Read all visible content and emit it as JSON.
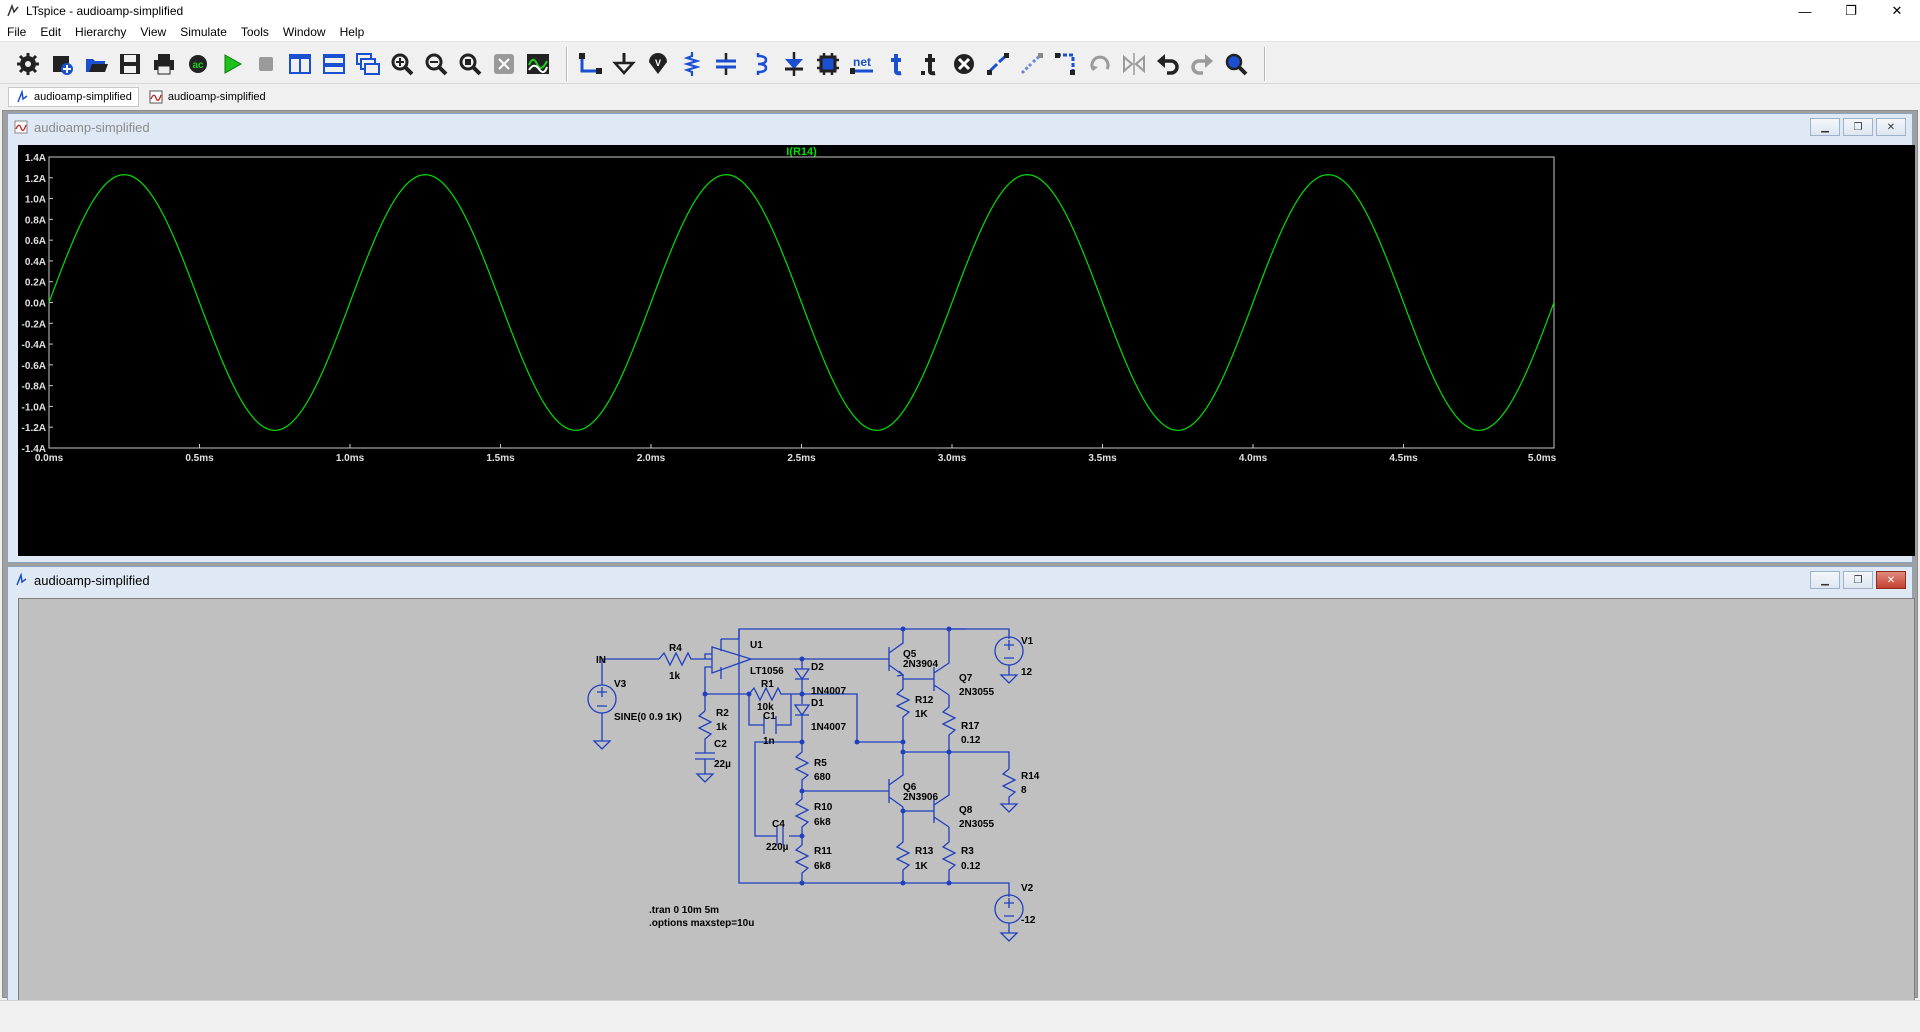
{
  "app": {
    "title": "LTspice - audioamp-simplified"
  },
  "window_controls": {
    "minimize": "—",
    "restore": "❐",
    "close": "✕"
  },
  "menu": [
    "File",
    "Edit",
    "Hierarchy",
    "View",
    "Simulate",
    "Tools",
    "Window",
    "Help"
  ],
  "toolbar": {
    "icons": [
      "settings-icon",
      "new-schematic-icon",
      "open-icon",
      "save-icon",
      "print-icon",
      "ac-analysis-icon",
      "run-icon",
      "halt-icon",
      "tile-vertical-icon",
      "tile-horizontal-icon",
      "cascade-icon",
      "zoom-in-icon",
      "zoom-out-icon",
      "zoom-fit-icon",
      "zoom-full-icon",
      "autorange-icon",
      "wire-icon",
      "ground-icon",
      "label-icon",
      "resistor-icon",
      "capacitor-icon",
      "inductor-icon",
      "diode-icon",
      "component-icon",
      "net-label-icon",
      "text-icon",
      "spice-directive-icon",
      "delete-icon",
      "duplicate-icon",
      "move-icon",
      "drag-icon",
      "rotate-icon",
      "mirror-icon",
      "undo-icon",
      "redo-icon",
      "find-icon"
    ],
    "net_label": "net"
  },
  "tabs": [
    {
      "label": "audioamp-simplified",
      "icon": "schematic-icon"
    },
    {
      "label": "audioamp-simplified",
      "icon": "waveform-icon"
    }
  ],
  "plot_window": {
    "title": "audioamp-simplified",
    "trace_color": "#00e000",
    "chart_data": {
      "type": "line",
      "title": "I(R14)",
      "xlabel": "",
      "ylabel": "",
      "xlim": [
        0,
        5.0
      ],
      "ylim": [
        -1.4,
        1.4
      ],
      "x_ticks": [
        "0.0ms",
        "0.5ms",
        "1.0ms",
        "1.5ms",
        "2.0ms",
        "2.5ms",
        "3.0ms",
        "3.5ms",
        "4.0ms",
        "4.5ms",
        "5.0ms"
      ],
      "y_ticks": [
        "1.4A",
        "1.2A",
        "1.0A",
        "0.8A",
        "0.6A",
        "0.4A",
        "0.2A",
        "0.0A",
        "-0.2A",
        "-0.4A",
        "-0.6A",
        "-0.8A",
        "-1.0A",
        "-1.2A",
        "-1.4A"
      ],
      "series": [
        {
          "name": "I(R14)",
          "amplitude": 1.23,
          "frequency_khz": 1,
          "phase_start": 0,
          "x": [
            0.0,
            0.25,
            0.5,
            0.75,
            1.0,
            1.25,
            1.5,
            1.75,
            2.0,
            2.25,
            2.5,
            2.75,
            3.0,
            3.25,
            3.5,
            3.75,
            4.0,
            4.25,
            4.5,
            4.75,
            5.0
          ],
          "values": [
            0.0,
            1.23,
            0.0,
            -1.23,
            0.0,
            1.23,
            0.0,
            -1.23,
            0.0,
            1.23,
            0.0,
            -1.23,
            0.0,
            1.23,
            0.0,
            -1.23,
            0.0,
            1.23,
            0.0,
            -1.23,
            0.0
          ]
        }
      ],
      "grid": false,
      "background": "#000000"
    }
  },
  "schematic_window": {
    "title": "audioamp-simplified",
    "labels": {
      "in": "IN",
      "v3": "V3",
      "v3_val": "SINE(0 0.9 1K)",
      "r4": "R4",
      "r4_val": "1k",
      "u1": "U1",
      "u1_val": "LT1056",
      "r1": "R1",
      "r1_val": "10k",
      "c1": "C1",
      "c1_val": "1n",
      "r2": "R2",
      "r2_val": "1k",
      "c2": "C2",
      "c2_val": "22µ",
      "d2": "D2",
      "d2_val": "1N4007",
      "d1": "D1",
      "d1_val": "1N4007",
      "r5": "R5",
      "r5_val": "680",
      "r10": "R10",
      "r10_val": "6k8",
      "r11": "R11",
      "r11_val": "6k8",
      "c4": "C4",
      "c4_val": "220µ",
      "q5": "Q5",
      "q5_val": "2N3904",
      "q6": "Q6",
      "q6_val": "2N3906",
      "q7": "Q7",
      "q7_val": "2N3055",
      "q8": "Q8",
      "q8_val": "2N3055",
      "r12": "R12",
      "r12_val": "1K",
      "r13": "R13",
      "r13_val": "1K",
      "r17": "R17",
      "r17_val": "0.12",
      "r3": "R3",
      "r3_val": "0.12",
      "r14": "R14",
      "r14_val": "8",
      "v1": "V1",
      "v1_val": "12",
      "v2": "V2",
      "v2_val": "-12",
      "dir1": ".tran 0 10m 5m",
      "dir2": ".options maxstep=10u"
    }
  }
}
